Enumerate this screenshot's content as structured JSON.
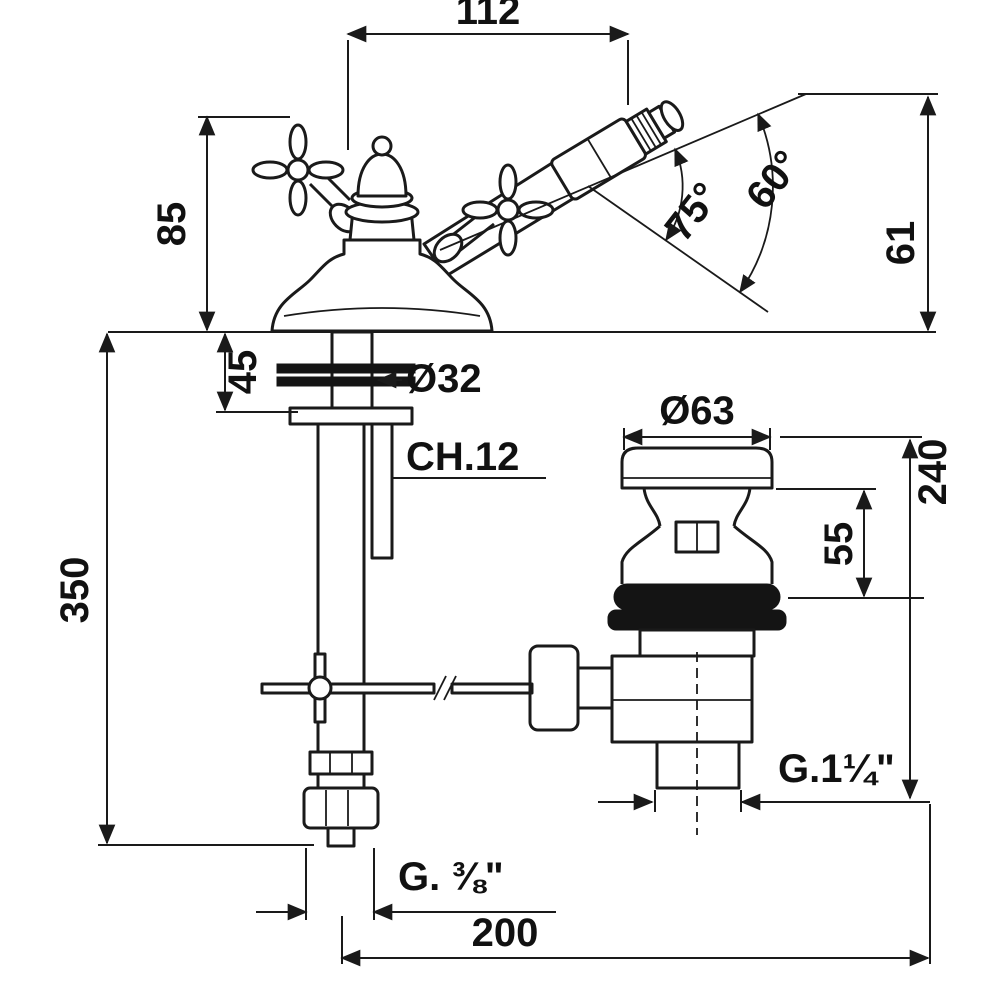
{
  "drawing": {
    "type": "technical-dimension-drawing",
    "subject": "bidet-mixer-faucet-with-pop-up-waste",
    "colors": {
      "background": "#ffffff",
      "line": "#1a1a1a"
    },
    "dims": {
      "top_width": "112",
      "handle_height": "85",
      "deck_clamp": "45",
      "supply_length": "350",
      "spout_rise": "61",
      "spray_angle": "75°",
      "swivel_angle": "60°",
      "shank_diameter": "Ø32",
      "wrench_size": "CH.12",
      "waste_flange_diameter": "Ø63",
      "waste_height": "240",
      "waste_top_height": "55",
      "waste_thread": "G.1¼\"",
      "supply_thread": "G. ⅜\"",
      "center_distance": "200"
    }
  }
}
